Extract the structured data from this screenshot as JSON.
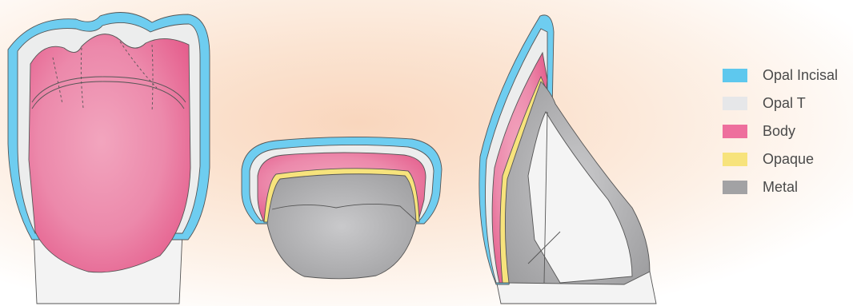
{
  "legend": {
    "items": [
      {
        "label": "Opal Incisal",
        "color": "#5ec8ee"
      },
      {
        "label": "Opal T",
        "color": "#e6e7e9"
      },
      {
        "label": "Body",
        "color": "#ee6f9d"
      },
      {
        "label": "Opaque",
        "color": "#f7e37c"
      },
      {
        "label": "Metal",
        "color": "#a2a2a4"
      }
    ]
  }
}
